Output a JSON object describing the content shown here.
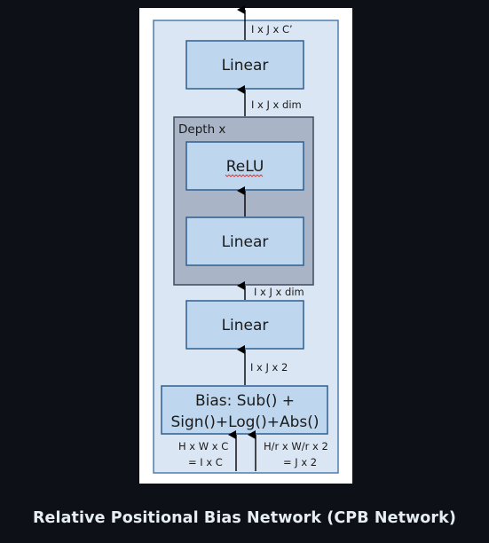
{
  "diagram": {
    "caption": "Relative Positional Bias Network (CPB Network)",
    "depth_label": "Depth x",
    "blocks": {
      "top_linear": "Linear",
      "relu": "ReLU",
      "inner_linear": "Linear",
      "bottom_linear": "Linear",
      "bias_line1": "Bias: Sub() +",
      "bias_line2": "Sign()+Log()+Abs()"
    },
    "dims": {
      "output": "I x J x C’",
      "after_depth": "I x J x dim",
      "after_bottom_linear": "I x J x dim",
      "after_bias": "I x J x 2",
      "input_left_line1": "H x W x C",
      "input_left_line2": "= I x C",
      "input_right_line1": "H/r x W/r x 2",
      "input_right_line2": "= J x 2"
    },
    "colors": {
      "outer_fill": "#dae6f4",
      "outer_stroke": "#4f7dab",
      "block_fill": "#bed7ee",
      "block_stroke": "#2f5f8f",
      "depth_fill": "#a9b4c6",
      "depth_stroke": "#3f4a5c",
      "relu_underline": "#e03030"
    }
  }
}
